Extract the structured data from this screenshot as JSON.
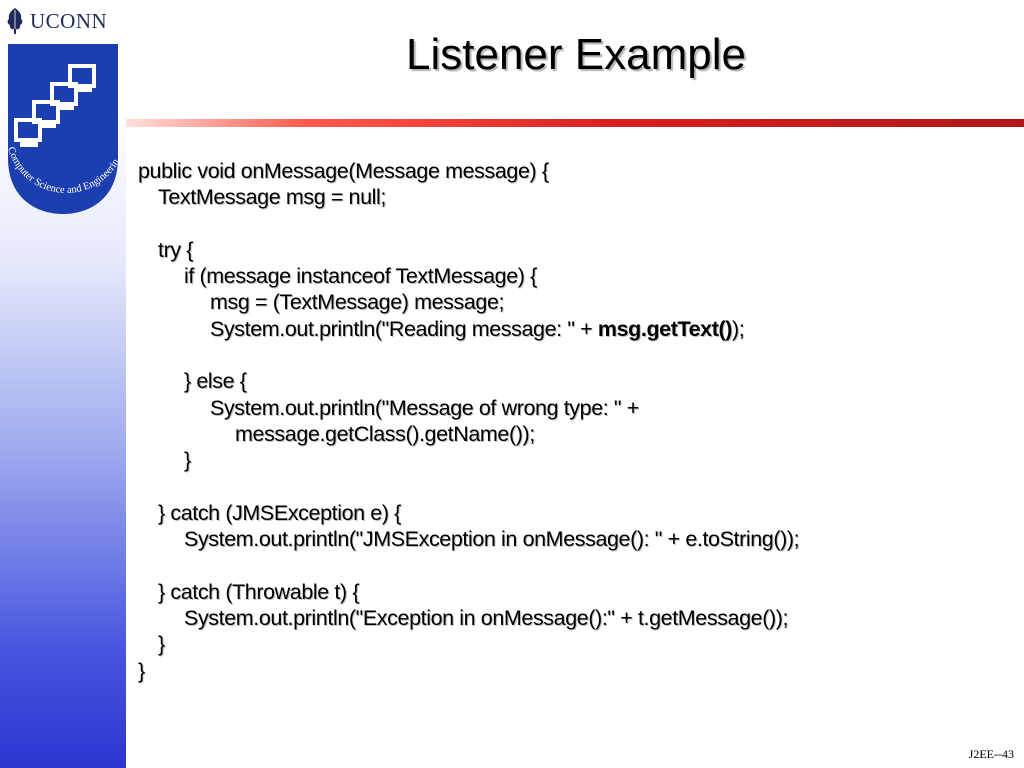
{
  "logo": {
    "wordmark": "UCONN",
    "seal_text": "Computer Science and Engineering"
  },
  "slide": {
    "title": "Listener Example",
    "footer": "J2EE--43",
    "code": [
      "public void onMessage(Message message) {",
      "TextMessage msg = null;",
      "",
      "try {",
      "if (message instanceof TextMessage) {",
      "msg = (TextMessage) message;",
      {
        "pre": "System.out.println(\"Reading message: \" + ",
        "bold": "msg.getText()",
        "post": ");"
      },
      "",
      "} else {",
      "System.out.println(\"Message of wrong type: \" +",
      "message.getClass().getName());",
      "}",
      "",
      "} catch (JMSException e) {",
      "System.out.println(\"JMSException in onMessage(): \" + e.toString());",
      "",
      "} catch (Throwable t) {",
      "System.out.println(\"Exception in onMessage():\" + t.getMessage());",
      "}",
      "}"
    ]
  },
  "colors": {
    "accent_bar": "#d81f1f",
    "side_panel": "#2a36cf",
    "seal": "#1c3fb0"
  }
}
